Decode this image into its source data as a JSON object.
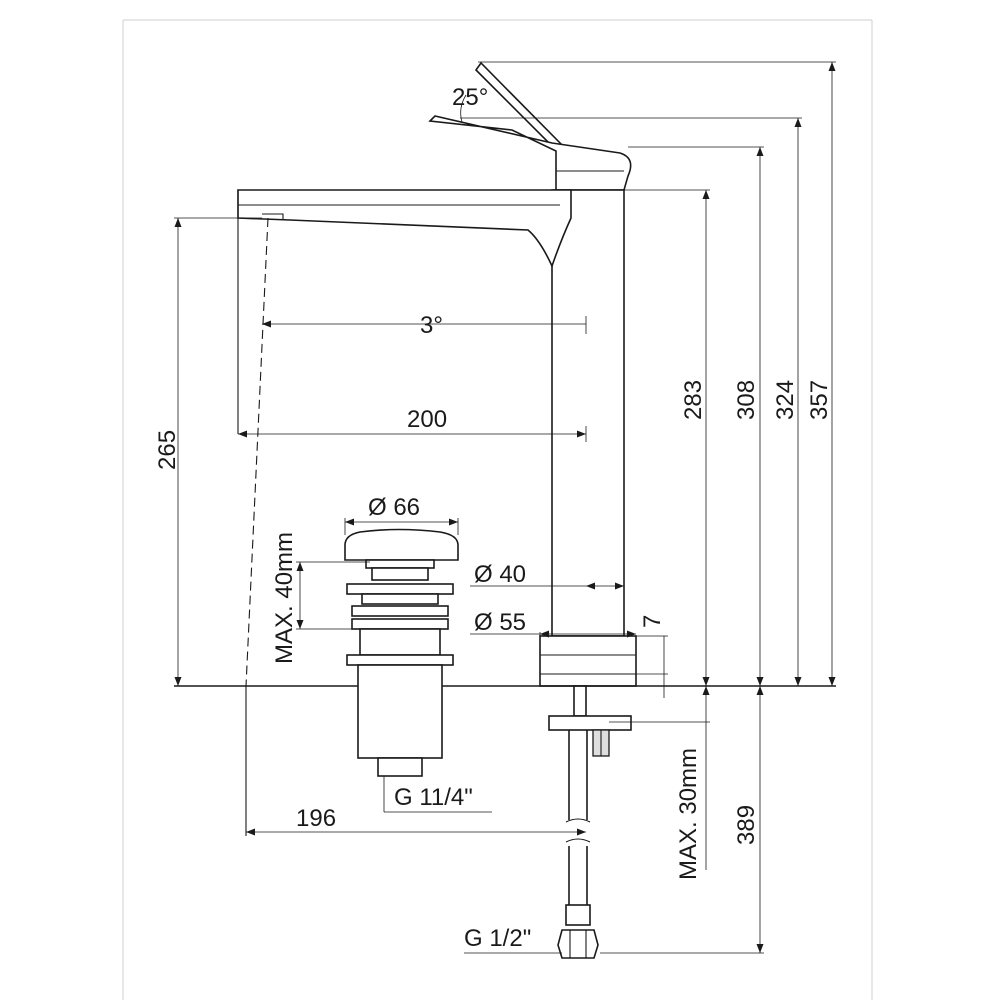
{
  "drawing": {
    "dimensions": {
      "lever_angle": "25°",
      "spout_tilt": "3°",
      "spout_reach": "200",
      "aerator_height": "265",
      "spout_height": "283",
      "body_height": "308",
      "lever_top_height": "324",
      "max_height": "357",
      "waste_diameter": "Ø 66",
      "waste_neck_diameter": "Ø 40",
      "base_diameter": "Ø 55",
      "base_thickness": "7",
      "max_deck_thickness_waste": "MAX. 40mm",
      "max_deck_thickness_mixer": "MAX. 30mm",
      "waste_thread": "G 11/4\"",
      "hose_thread": "G 1/2\"",
      "hose_length": "389",
      "spout_projection": "196"
    },
    "colors": {
      "line": "#1a1a1a",
      "frame": "#cfcfcf",
      "background": "#ffffff"
    }
  }
}
